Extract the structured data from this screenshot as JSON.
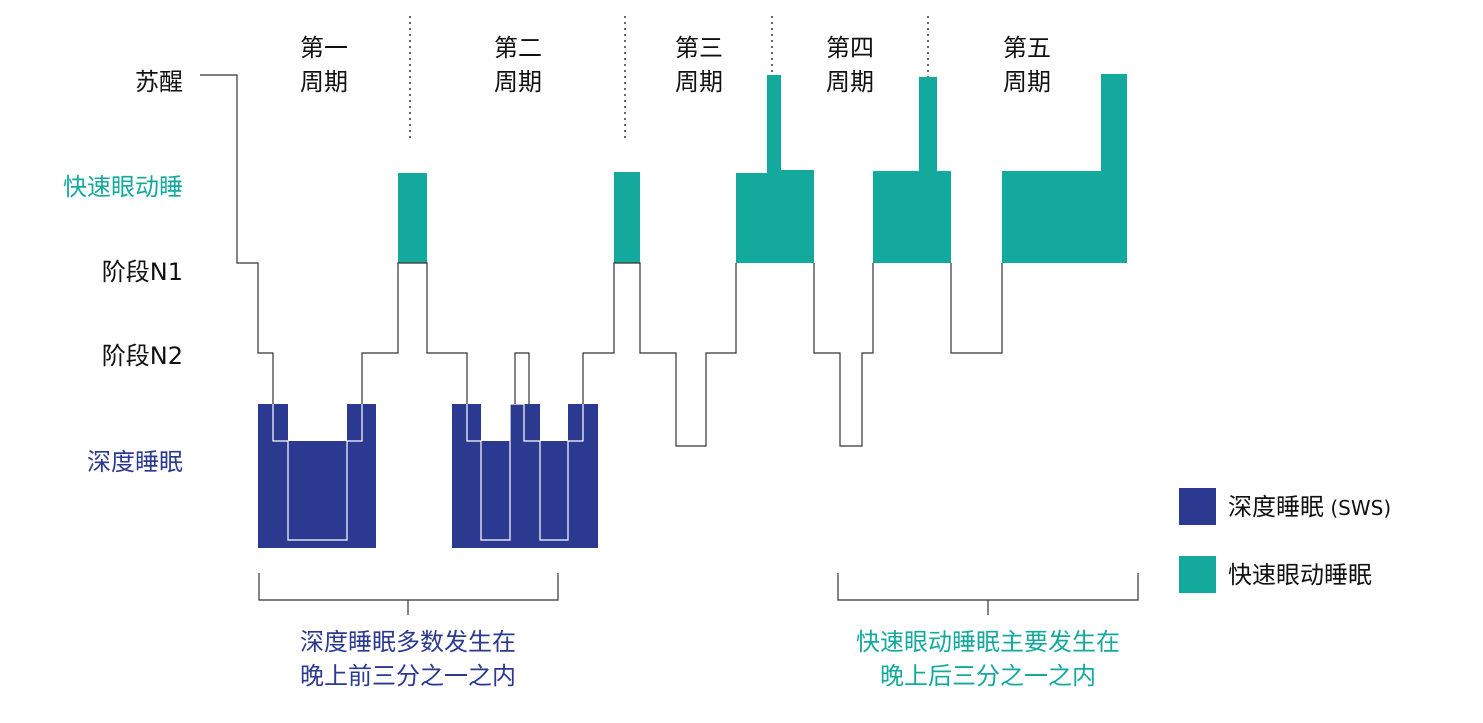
{
  "colors": {
    "deep": "#2b3990",
    "rem": "#14a99d",
    "line": "#333333",
    "text": "#111111"
  },
  "stage_labels": {
    "wake": "苏醒",
    "rem": "快速眼动睡",
    "n1": "阶段N1",
    "n2": "阶段N2",
    "deep": "深度睡眠"
  },
  "cycles": [
    {
      "line1": "第一",
      "line2": "周期"
    },
    {
      "line1": "第二",
      "line2": "周期"
    },
    {
      "line1": "第三",
      "line2": "周期"
    },
    {
      "line1": "第四",
      "line2": "周期"
    },
    {
      "line1": "第五",
      "line2": "周期"
    }
  ],
  "legend": {
    "deep_label": "深度睡眠",
    "deep_suffix": " (SWS)",
    "rem_label": "快速眼动睡眠"
  },
  "notes": {
    "early_line1": "深度睡眠多数发生在",
    "early_line2": "晚上前三分之一之内",
    "late_line1": "快速眼动睡眠主要发生在",
    "late_line2": "晚上后三分之一之内"
  }
}
